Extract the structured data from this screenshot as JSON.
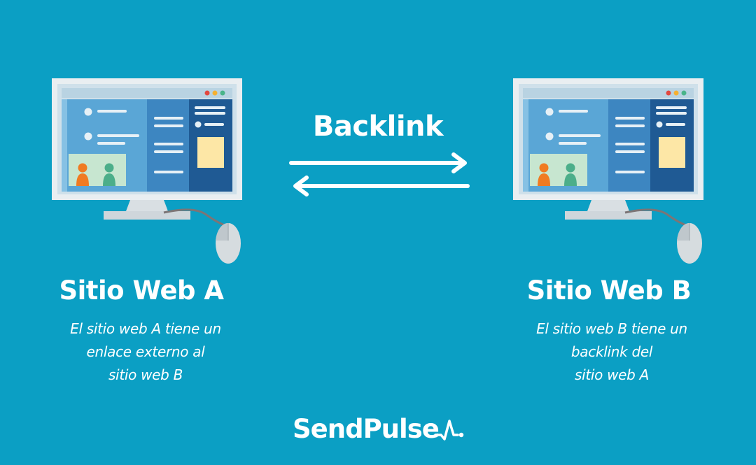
{
  "backlink": {
    "label": "Backlink"
  },
  "site_a": {
    "title": "Sitio Web A",
    "description_lines": [
      "El sitio web A tiene un",
      "enlace externo al",
      "sitio web B"
    ]
  },
  "site_b": {
    "title": "Sitio Web B",
    "description_lines": [
      "El sitio web B tiene un",
      "backlink del",
      "sitio web A"
    ]
  },
  "brand": {
    "name": "SendPulse",
    "icon": "pulse-icon"
  },
  "colors": {
    "background": "#0b9fc4",
    "text": "#ffffff",
    "person_orange": "#f07b22",
    "person_green": "#4cae8a",
    "note_yellow": "#fde7a6"
  },
  "icons": [
    "computer-icon",
    "mouse-icon",
    "arrow-right-icon",
    "arrow-left-icon",
    "pulse-icon"
  ]
}
